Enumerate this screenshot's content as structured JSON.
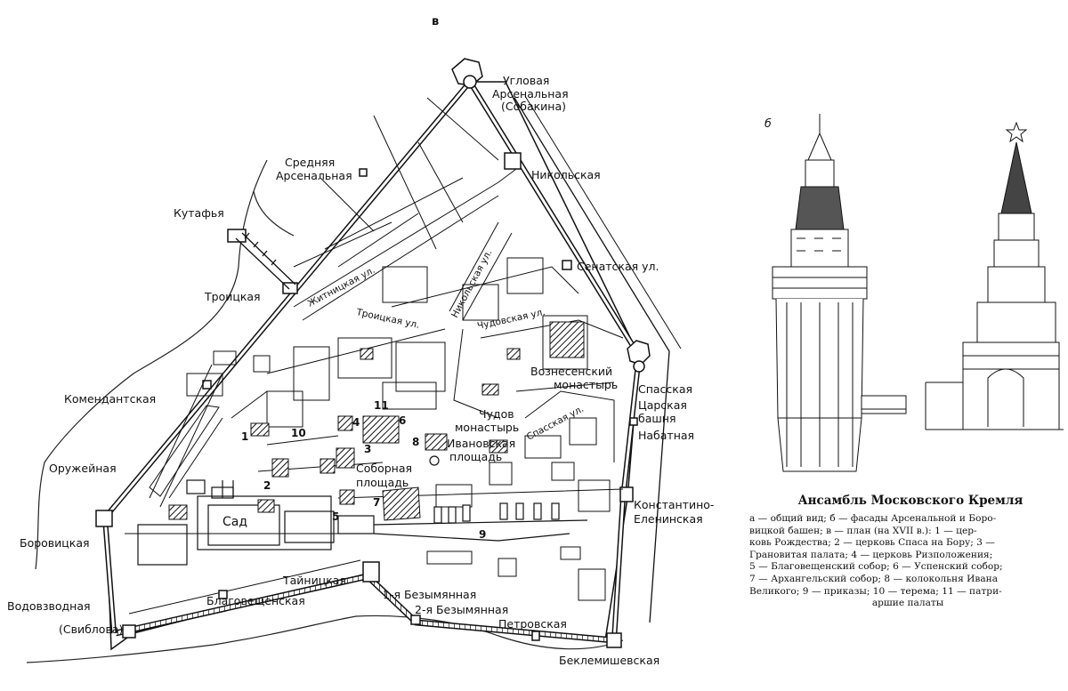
{
  "figure": {
    "panel_v": "в",
    "panel_b": "б",
    "caption_title": "Ансамбль Московского Кремля",
    "caption_lines": [
      "а — общий вид; б — фасады Арсенальной и Боро-",
      "вицкой башен; в — план (на XVII в.): 1 — цер-",
      "ковь Рождества; 2 — церковь Спаса на Бору; 3 —",
      "Грановитая палата; 4 — церковь Ризположения;",
      "5 — Благовещенский собор; 6 — Успенский собор;",
      "7 — Архангельский собор; 8 — колокольня Ивана",
      "Великого; 9 — приказы; 10 — терема; 11 — патри-",
      "аршие палаты"
    ]
  },
  "towers": {
    "uglovaya_1": "Угловая",
    "uglovaya_2": "Арсенальная",
    "uglovaya_3": "(Собакина)",
    "nikolskaya": "Никольская",
    "srednyaya_1": "Средняя",
    "srednyaya_2": "Арсенальная",
    "kutafya": "Кутафья",
    "troitskaya": "Троицкая",
    "senatskaya": "Сенатская ул.",
    "komendantskaya": "Комендантская",
    "spasskaya": "Спасская",
    "tsarskaya_1": "Царская",
    "tsarskaya_2": "башня",
    "nabatnaya": "Набатная",
    "oruzheynaya": "Оружейная",
    "konstantin_1": "Константино-",
    "konstantin_2": "Еленинская",
    "borovitskaya": "Боровицкая",
    "vodovzvodnaya": "Водовзводная",
    "sviblova": "(Свиблова)",
    "taynitskaya": "Тайницкая",
    "blagoveshchenskaya": "Благовещенская",
    "bezymyannaya_1": "1-я Безымянная",
    "bezymyannaya_2": "2-я Безымянная",
    "petrovskaya": "Петровская",
    "beklemishevskaya": "Беклемишевская"
  },
  "streets": {
    "zhitnitskaya": "Житницкая ул.",
    "troitskaya_ul": "Троицкая ул.",
    "nikolskaya_ul": "Никольская ул.",
    "chudovskaya": "Чудовская ул.",
    "spasskaya_ul": "Спасская ул."
  },
  "places": {
    "voznesensky_1": "Вознесенский",
    "voznesensky_2": "монастырь",
    "chudov_1": "Чудов",
    "chudov_2": "монастырь",
    "ivanovskaya_1": "Ивановская",
    "ivanovskaya_2": "площадь",
    "sobornaya_1": "Соборная",
    "sobornaya_2": "площадь",
    "sad": "Сад"
  },
  "numbers": [
    "1",
    "2",
    "3",
    "4",
    "5",
    "6",
    "7",
    "8",
    "9",
    "10",
    "11"
  ]
}
